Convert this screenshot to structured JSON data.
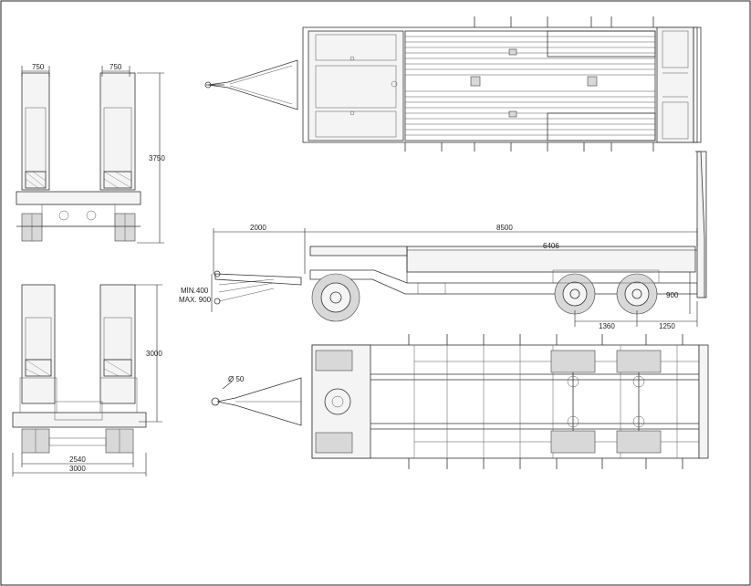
{
  "dimensions": {
    "rear_ramp_width_left": "750",
    "rear_ramp_width_right": "750",
    "ramp_height_raised": "3750",
    "ramp_height_lowered": "3000",
    "width_inner": "2540",
    "width_outer": "3000",
    "drawbar_length": "2000",
    "overall_length": "8500",
    "deck_length": "6406",
    "hitch_height_min": "MİN.400",
    "hitch_height_max": "MAX. 900",
    "deck_height": "900",
    "axle_spacing": "1360",
    "rear_overhang": "1250",
    "eye_diameter": "Ø 50"
  }
}
